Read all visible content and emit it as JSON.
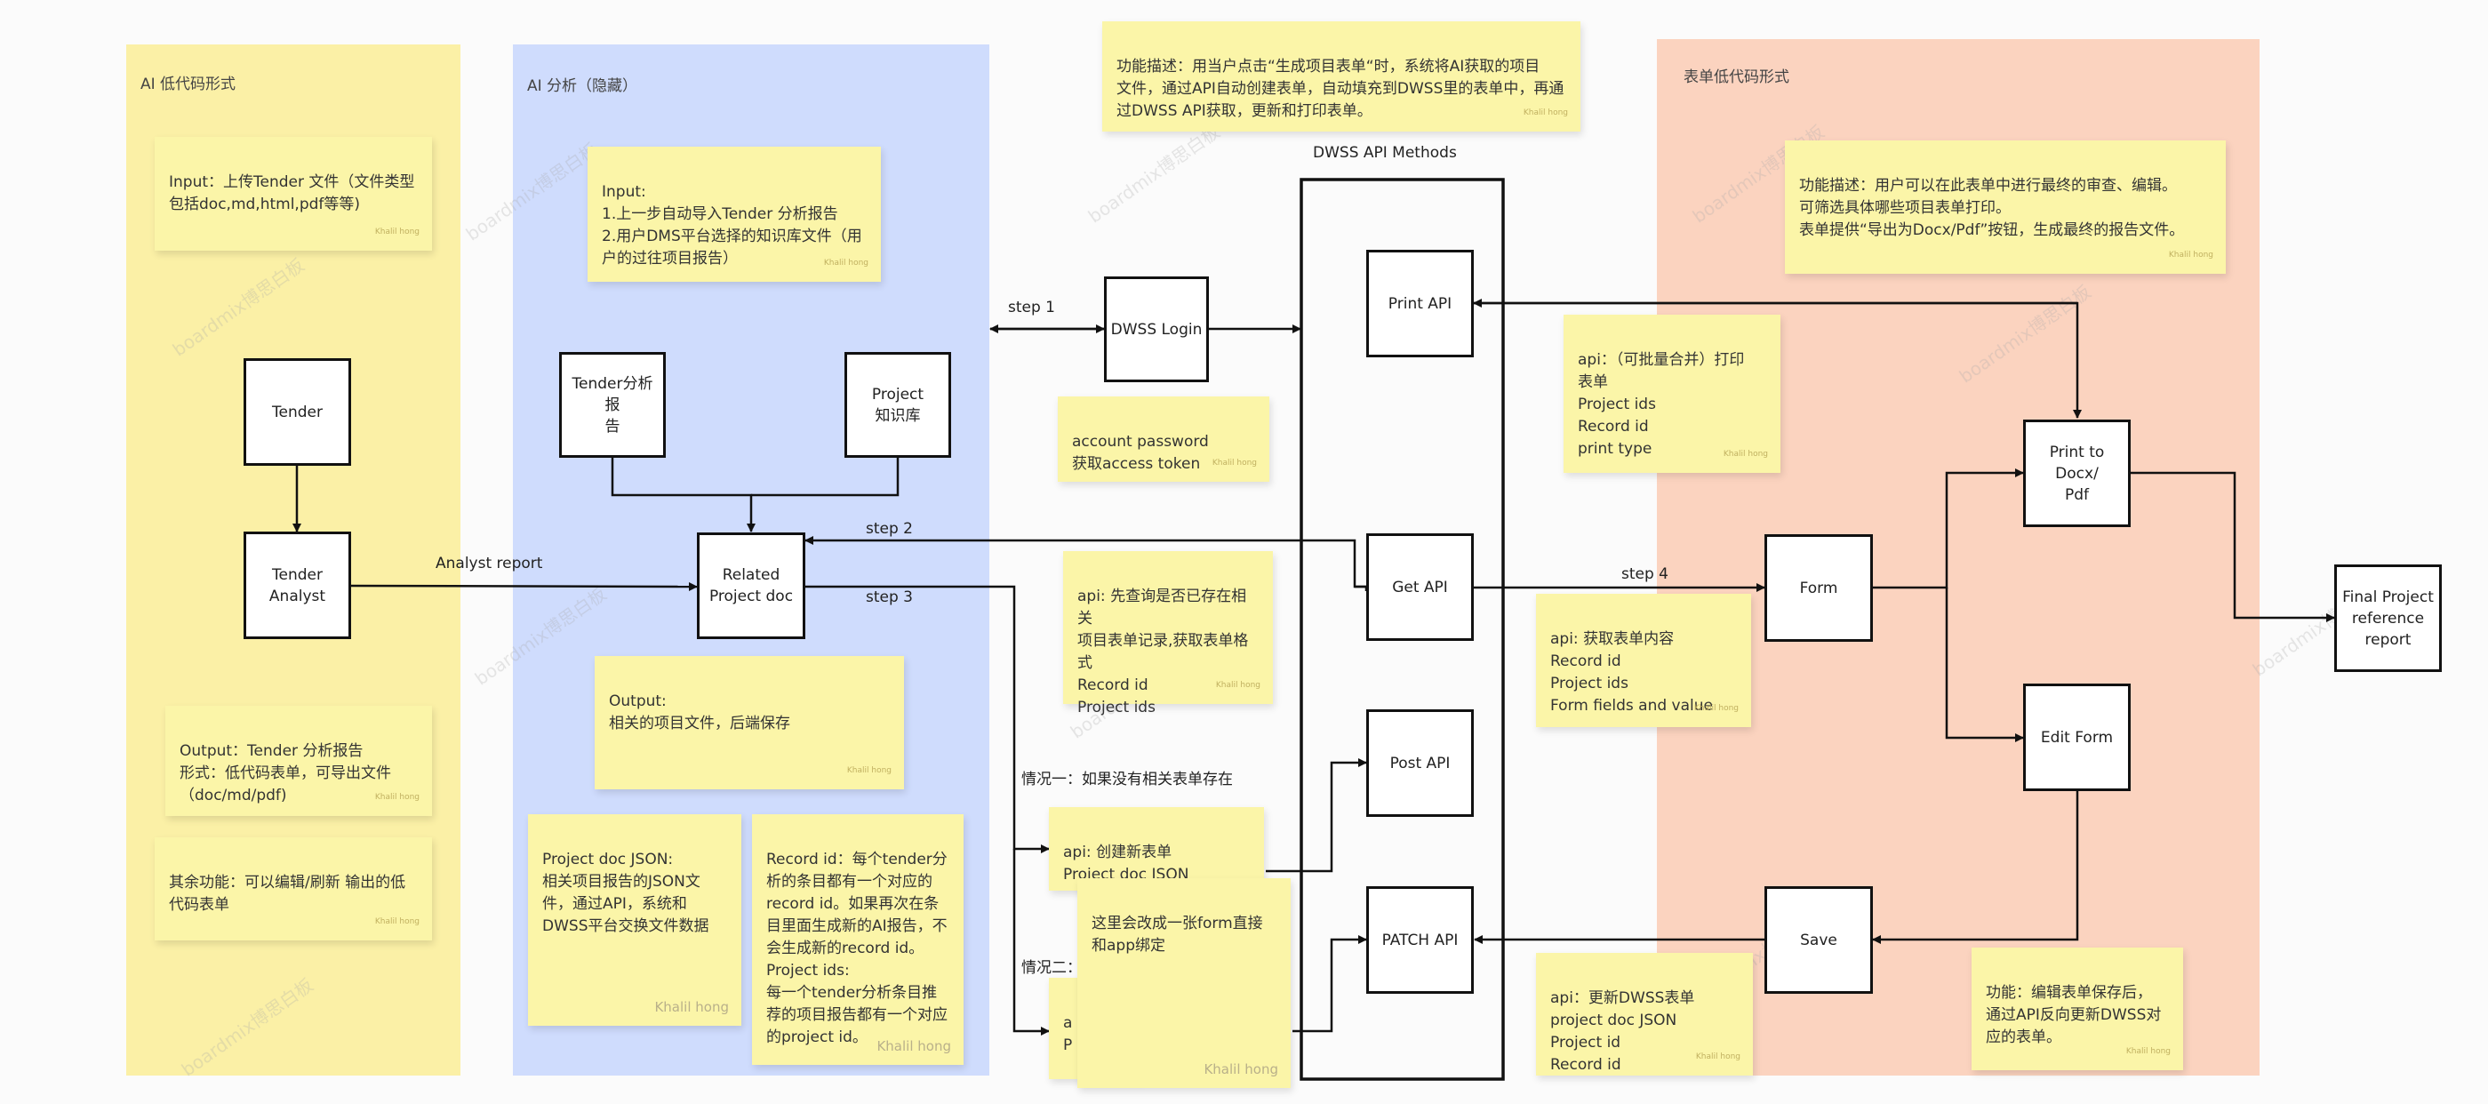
{
  "lanes": {
    "low_code_ai": {
      "title": "AI 低代码形式",
      "color": "#fbf0a6"
    },
    "ai_analysis": {
      "title": "AI 分析（隐藏）",
      "color": "#cfdcfd"
    },
    "form_low_code": {
      "title": "表单低代码形式",
      "color": "#fbd3bf"
    }
  },
  "api_group": {
    "title": "DWSS API Methods"
  },
  "boxes": {
    "tender": "Tender",
    "tender_analyst": "Tender\nAnalyst",
    "tender_report": "Tender分析报\n告",
    "project_kb": "Project\n知识库",
    "related_project_doc": "Related\nProject doc",
    "dwss_login": "DWSS Login",
    "print_api": "Print API",
    "get_api": "Get API",
    "post_api": "Post API",
    "patch_api": "PATCH API",
    "form": "Form",
    "print_docx": "Print to Docx/\nPdf",
    "edit_form": "Edit Form",
    "save": "Save",
    "final_report": "Final Project\nreference\nreport"
  },
  "edge_labels": {
    "analyst_report": "Analyst report",
    "step1": "step 1",
    "step2": "step 2",
    "step3": "step 3",
    "step4": "step 4",
    "case1": "情况一：如果没有相关表单存在",
    "case2": "情况二："
  },
  "notes": {
    "input_tender": "Input：上传Tender 文件（文件类型\n包括doc,md,html,pdf等等)",
    "output_tender": "Output：Tender 分析报告\n形式：低代码表单，可导出文件\n（doc/md/pdf)",
    "other_features": "其余功能：可以编辑/刷新 输出的低\n代码表单",
    "input_ai": "Input:\n1.上一步自动导入Tender 分析报告\n2.用户DMS平台选择的知识库文件（用\n户的过往项目报告）",
    "output_ai": "Output:\n相关的项目文件，后端保存",
    "project_doc_json": "Project doc JSON:\n相关项目报告的JSON文\n件，通过API，系统和\nDWSS平台交换文件数据",
    "record_id": "Record id：每个tender分\n析的条目都有一个对应的\nrecord id。如果再次在条\n目里面生成新的AI报告，不\n会生成新的record id。\nProject ids:\n每一个tender分析条目推\n荐的项目报告都有一个对应\n的project id。",
    "function_desc": "功能描述：用当户点击“生成项目表单“时，系统将AI获取的项目\n文件，通过API自动创建表单，自动填充到DWSS里的表单中，再通\n过DWSS API获取，更新和打印表单。",
    "login_note": "account password\n获取access token",
    "get_note": "api: 先查询是否已存在相关\n项目表单记录,获取表单格\n式\nRecord id\nProject ids",
    "create_note": "api: 创建新表单\nProject doc JSON",
    "hidden_note": "a\nP",
    "form_direct": "这里会改成一张form直接\n和app绑定",
    "print_note": "api：（可批量合并）打印\n表单\nProject ids\nRecord id\nprint type",
    "form_content": "api: 获取表单内容\nRecord id\nProject ids\nForm fields and value",
    "update_note": "api：更新DWSS表单\nproject doc JSON\nProject id\nRecord id",
    "form_review": "功能描述：用户可以在此表单中进行最终的审查、编辑。\n可筛选具体哪些项目表单打印。\n表单提供“导出为Docx/Pdf”按钮，生成最终的报告文件。",
    "save_desc": "功能：编辑表单保存后，\n通过API反向更新DWSS对\n应的表单。"
  },
  "author": "Khalil hong",
  "watermark": "boardmix博思白板",
  "colors": {
    "sticky": "#fbf5a8",
    "line": "#111111"
  }
}
